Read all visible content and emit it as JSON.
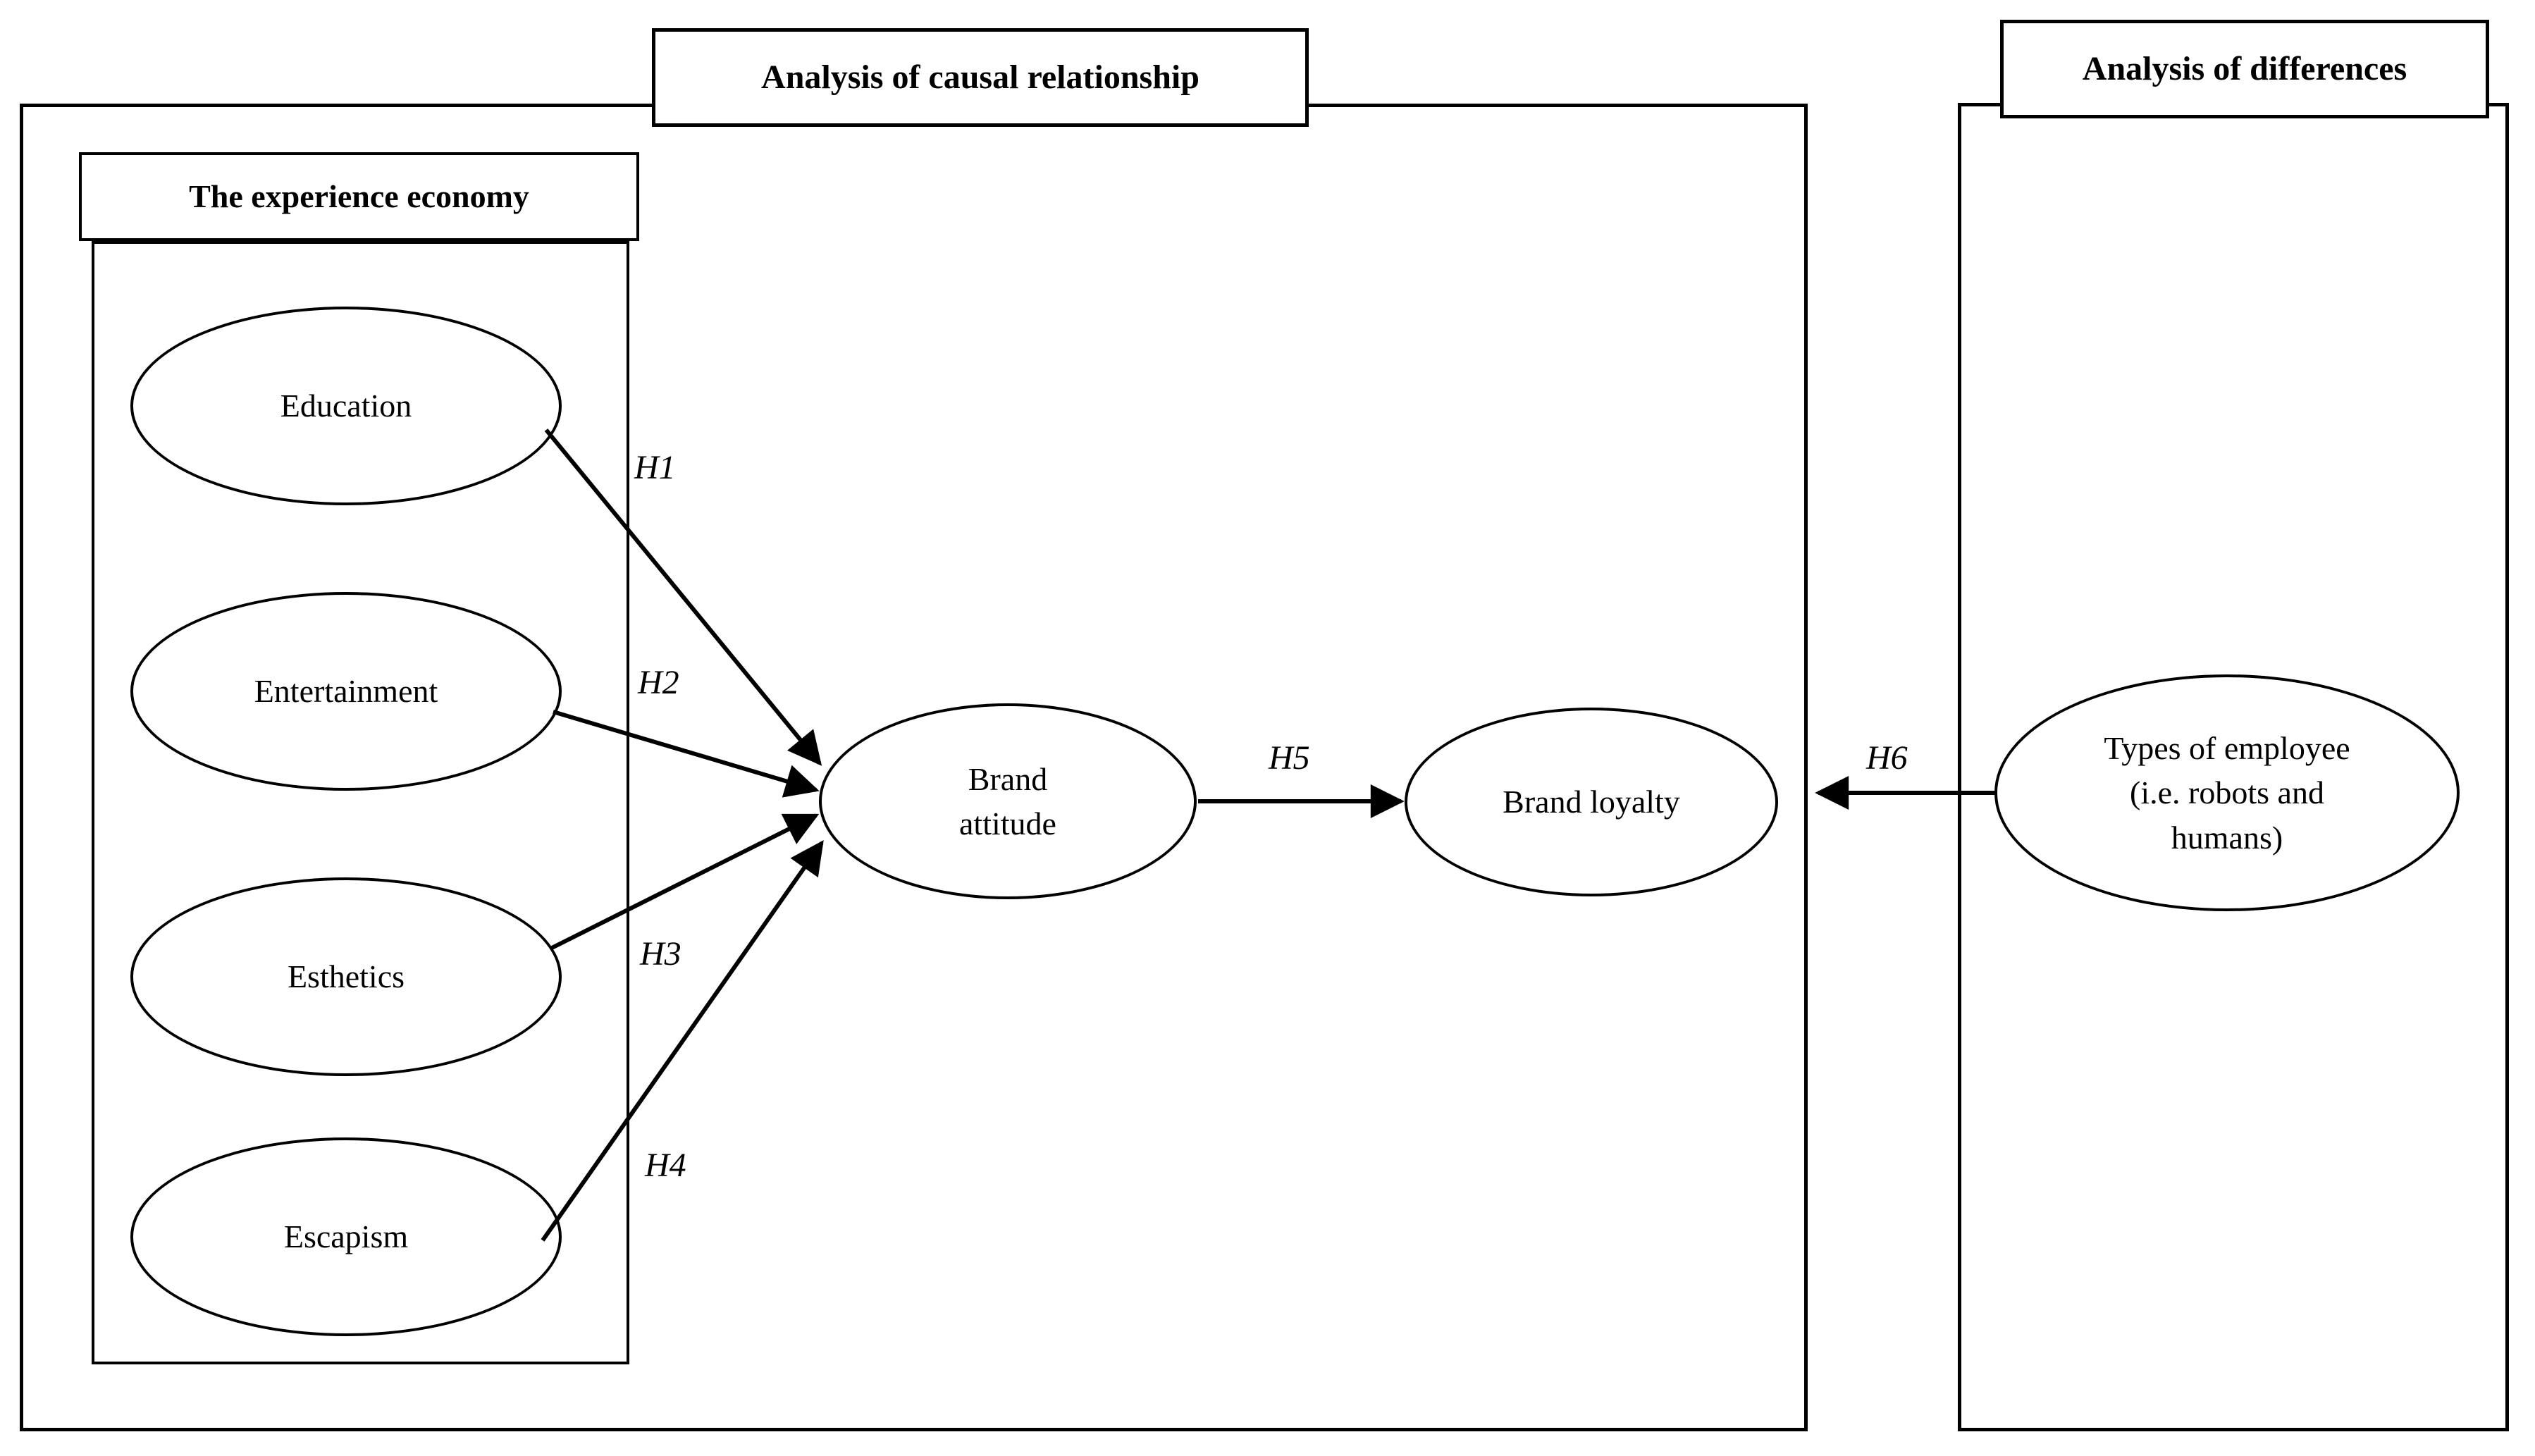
{
  "sections": {
    "causal": {
      "title": "Analysis of causal relationship"
    },
    "differences": {
      "title": "Analysis of differences"
    }
  },
  "groups": {
    "experience_economy": {
      "title": "The experience economy"
    }
  },
  "nodes": {
    "education": {
      "label": "Education"
    },
    "entertainment": {
      "label": "Entertainment"
    },
    "esthetics": {
      "label": "Esthetics"
    },
    "escapism": {
      "label": "Escapism"
    },
    "brand_attitude": {
      "label": "Brand attitude"
    },
    "brand_loyalty": {
      "label": "Brand loyalty"
    },
    "types_of_employee": {
      "label": "Types of employee (i.e. robots and humans)"
    }
  },
  "hypotheses": [
    {
      "id": "H1",
      "label": "H1",
      "from": "Education",
      "to": "Brand attitude"
    },
    {
      "id": "H2",
      "label": "H2",
      "from": "Entertainment",
      "to": "Brand attitude"
    },
    {
      "id": "H3",
      "label": "H3",
      "from": "Esthetics",
      "to": "Brand attitude"
    },
    {
      "id": "H4",
      "label": "H4",
      "from": "Escapism",
      "to": "Brand attitude"
    },
    {
      "id": "H5",
      "label": "H5",
      "from": "Brand attitude",
      "to": "Brand loyalty"
    },
    {
      "id": "H6",
      "label": "H6",
      "from": "Types of employee (i.e. robots and humans)",
      "to": "Brand loyalty"
    }
  ],
  "colors": {
    "line": "#000000",
    "background": "#ffffff",
    "text": "#000000"
  }
}
